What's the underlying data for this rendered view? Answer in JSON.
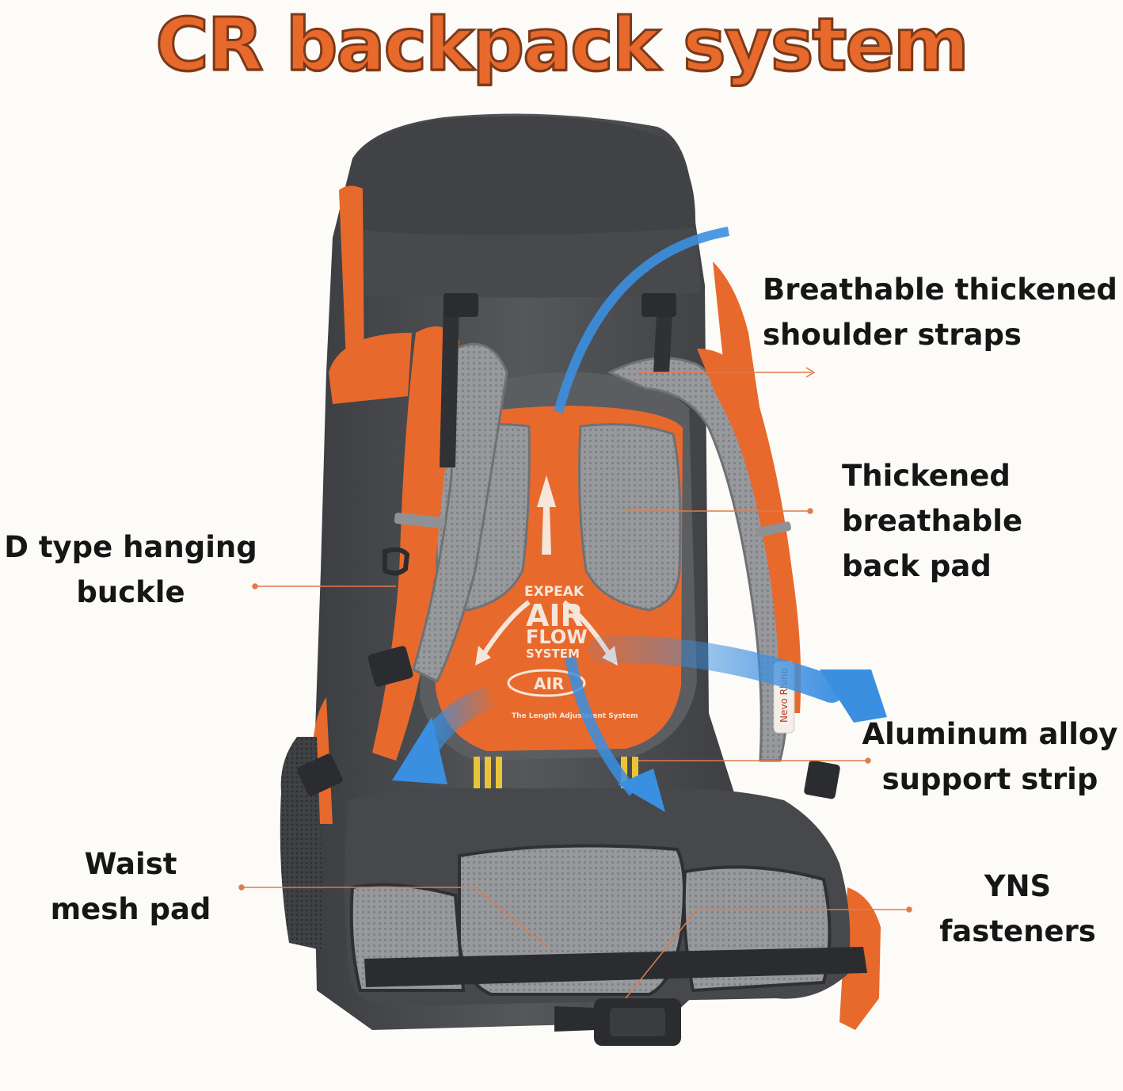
{
  "title": "CR backpack system",
  "labels": {
    "shoulder_straps": [
      "Breathable thickened",
      "shoulder straps"
    ],
    "back_pad": [
      "Thickened",
      "breathable",
      "back pad"
    ],
    "d_buckle": [
      "D type hanging",
      "buckle"
    ],
    "aluminum_strip": [
      "Aluminum alloy",
      "support strip"
    ],
    "waist_pad": [
      "Waist",
      "mesh pad"
    ],
    "yns_fasteners": [
      "YNS",
      "fasteners"
    ]
  },
  "back_panel": {
    "brand": "EXPEAK",
    "air": "AIR",
    "flow": "FLOW",
    "system": "SYSTEM",
    "badge": "AIR",
    "adjust": "The Length Adjustment System"
  },
  "side_tag": "Nevo Rhino",
  "colors": {
    "accent_orange": "#e8692c",
    "body_gray": "#4a4c50",
    "mesh_gray": "#8e9094",
    "airflow_blue": "#3b8fe0",
    "leader_line": "#e07b4a"
  }
}
